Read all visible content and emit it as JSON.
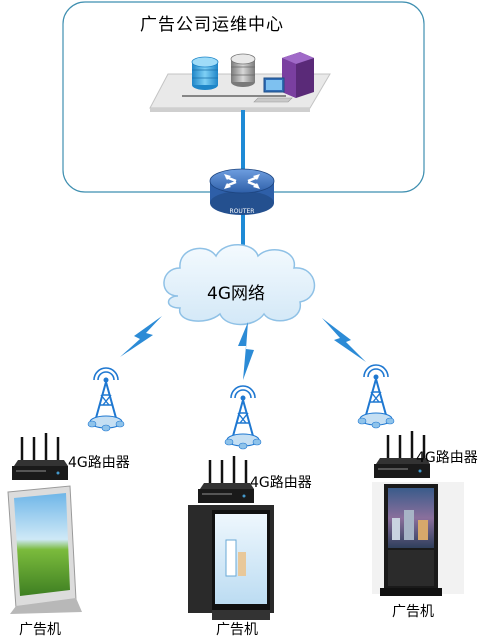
{
  "center": {
    "title": "广告公司运维中心"
  },
  "core_router": {
    "badge": "ROUTER"
  },
  "network": {
    "label": "4G网络"
  },
  "branches": [
    {
      "router_label": "4G路由器",
      "device_label": "广告机"
    },
    {
      "router_label": "4G路由器",
      "device_label": "广告机"
    },
    {
      "router_label": "4G路由器",
      "device_label": "广告机"
    }
  ],
  "colors": {
    "frame_border": "#3f8fb0",
    "link": "#1e8ad6",
    "cloud_fill": "#e4f2fb",
    "cloud_stroke": "#8fc1e6",
    "router_body": "#3b74c4",
    "tower": "#1f78d1",
    "lightning": "#2c8bd6"
  }
}
